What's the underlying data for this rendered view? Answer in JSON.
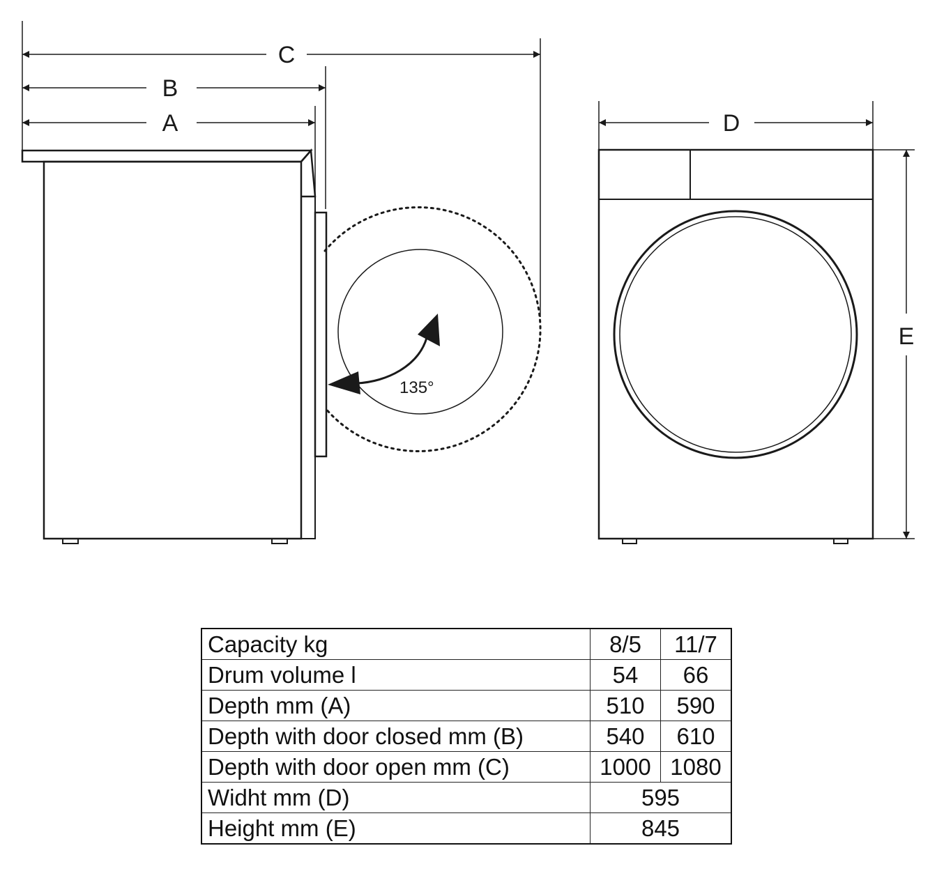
{
  "dimension_labels": {
    "a": "A",
    "b": "B",
    "c": "C",
    "d": "D",
    "e": "E"
  },
  "door_angle": "135°",
  "table": {
    "rows": [
      {
        "label": "Capacity kg",
        "values": [
          "8/5",
          "11/7"
        ]
      },
      {
        "label": "Drum volume l",
        "values": [
          "54",
          "66"
        ]
      },
      {
        "label": "Depth mm (A)",
        "values": [
          "510",
          "590"
        ]
      },
      {
        "label": "Depth with door closed mm (B)",
        "values": [
          "540",
          "610"
        ]
      },
      {
        "label": "Depth with door open mm (C)",
        "values": [
          "1000",
          "1080"
        ]
      },
      {
        "label": "Widht mm (D)",
        "values": [
          "595"
        ]
      },
      {
        "label": "Height mm (E)",
        "values": [
          "845"
        ]
      }
    ]
  },
  "colors": {
    "line": "#1a1a1a",
    "background": "#ffffff"
  }
}
